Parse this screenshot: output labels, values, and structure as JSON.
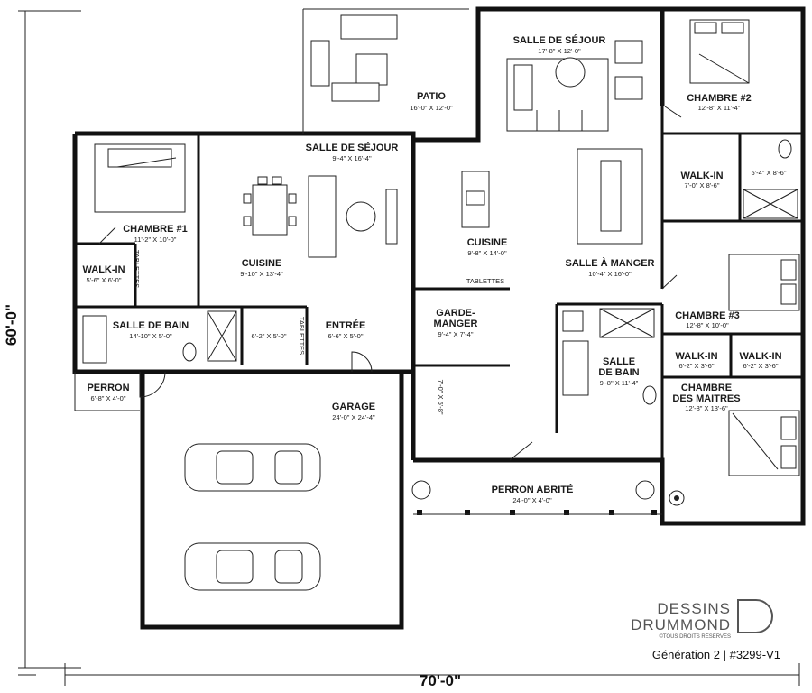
{
  "dimensions": {
    "depth": "60'-0\"",
    "width": "70'-0\""
  },
  "rooms": {
    "patio": {
      "name": "PATIO",
      "size": "16'-0\" X 12'-0\""
    },
    "salle_sejour_main": {
      "name": "SALLE DE SÉJOUR",
      "size": "17'-8\" X 12'-0\""
    },
    "chambre_2": {
      "name": "CHAMBRE #2",
      "size": "12'-8\" X 11'-4\""
    },
    "salle_sejour_left": {
      "name": "SALLE DE SÉJOUR",
      "size": "9'-4\" X 16'-4\""
    },
    "chambre_1": {
      "name": "CHAMBRE #1",
      "size": "11'-2\" X 10'-0\""
    },
    "walkin_left": {
      "name": "WALK-IN",
      "size": "5'-6\" X 6'-0\""
    },
    "tablettes_1": {
      "name": "TABLETTES"
    },
    "cuisine_left": {
      "name": "CUISINE",
      "size": "9'-10\" X 13'-4\""
    },
    "cuisine_mid": {
      "name": "CUISINE",
      "size": "9'-8\" X 14'-0\""
    },
    "salle_manger": {
      "name": "SALLE À MANGER",
      "size": "10'-4\" X 16'-0\""
    },
    "walkin_2": {
      "name": "WALK-IN",
      "size": "7'-0\" X 8'-6\""
    },
    "bath_2": {
      "size": "5'-4\" X 8'-6\""
    },
    "chambre_3": {
      "name": "CHAMBRE #3",
      "size": "12'-8\" X 10'-0\""
    },
    "salle_bain_left": {
      "name": "SALLE DE BAIN",
      "size": "14'-10\" X 5'-0\""
    },
    "laundry": {
      "size": "6'-2\" X 5'-0\""
    },
    "tablettes_2": {
      "name": "TABLETTES"
    },
    "entree": {
      "name": "ENTRÉE",
      "size": "6'-6\" X 5'-0\""
    },
    "tablettes_3": {
      "name": "TABLETTES"
    },
    "garde_manger": {
      "name_line1": "GARDE-",
      "name_line2": "MANGER",
      "size": "9'-4\" X 7'-4\""
    },
    "salle_bain_mid": {
      "name_line1": "SALLE",
      "name_line2": "DE BAIN",
      "size": "9'-8\" X 11'-4\""
    },
    "walkin_3a": {
      "name": "WALK-IN",
      "size": "6'-2\" X 3'-6\""
    },
    "walkin_3b": {
      "name": "WALK-IN",
      "size": "6'-2\" X 3'-6\""
    },
    "chambre_maitres": {
      "name_line1": "CHAMBRE",
      "name_line2": "DES MAITRES",
      "size": "12'-8\" X 13'-6\""
    },
    "perron": {
      "name": "PERRON",
      "size": "6'-8\" X 4'-0\""
    },
    "garage": {
      "name": "GARAGE",
      "size": "24'-0\" X 24'-4\""
    },
    "closet": {
      "size": "7'-0\" X 5'-8\""
    },
    "perron_abrite": {
      "name": "PERRON ABRITÉ",
      "size": "24'-0\" X 4'-0\""
    }
  },
  "brand": {
    "line1": "DESSINS",
    "line2": "DRUMMOND",
    "rights": "©TOUS DROITS RÉSERVÉS",
    "model": "Génération 2 | #3299-V1"
  },
  "icons": [
    "car-icon",
    "bed-icon",
    "sofa-icon",
    "table-icon",
    "bathtub-icon",
    "toilet-icon",
    "plant-icon"
  ]
}
